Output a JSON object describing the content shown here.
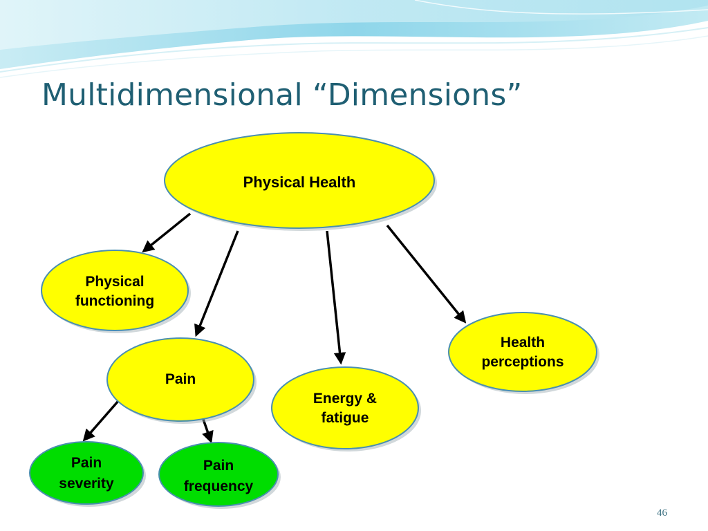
{
  "slide": {
    "title": "Multidimensional “Dimensions”",
    "page_number": "46"
  },
  "colors": {
    "title": "#1f5f73",
    "primary_node": "#ffff00",
    "leaf_node": "#00dd00",
    "node_border": "#4a8fb0",
    "arrow": "#000000",
    "header_wave": "#9fdcec"
  },
  "diagram": {
    "root": {
      "id": "physical-health",
      "lines": [
        "Physical Health"
      ]
    },
    "children": [
      {
        "id": "physical-functioning",
        "lines": [
          "Physical",
          "functioning"
        ]
      },
      {
        "id": "pain",
        "lines": [
          "Pain"
        ]
      },
      {
        "id": "energy-fatigue",
        "lines": [
          "Energy &",
          "fatigue"
        ]
      },
      {
        "id": "health-perceptions",
        "lines": [
          "Health",
          "perceptions"
        ]
      }
    ],
    "sub_children": [
      {
        "id": "pain-severity",
        "lines": [
          "Pain",
          "severity"
        ]
      },
      {
        "id": "pain-frequency",
        "lines": [
          "Pain",
          "frequency"
        ]
      }
    ]
  }
}
